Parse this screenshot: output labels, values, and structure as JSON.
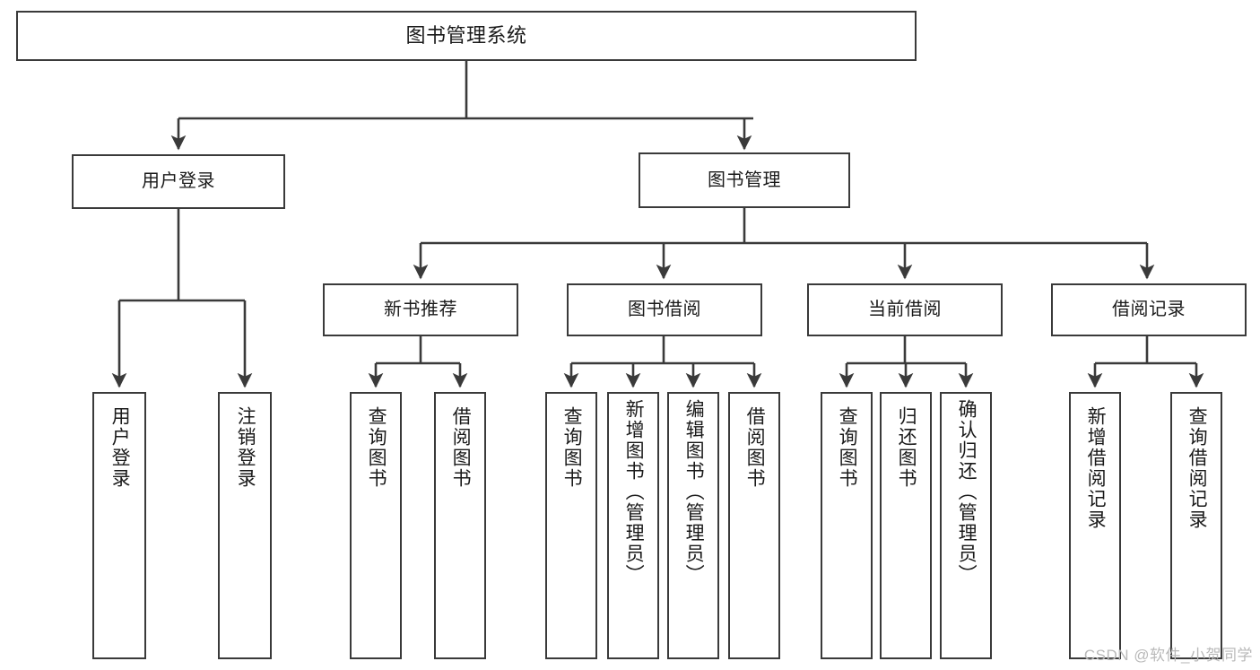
{
  "diagram": {
    "type": "tree-hierarchy",
    "title": "图书管理系统",
    "watermark": "CSDN @软件_小贺同学",
    "colors": {
      "box_border": "#3a3a3a",
      "box_fill": "#ffffff",
      "edge": "#3a3a3a",
      "text": "#1a1a1a",
      "watermark": "#b9b9b9",
      "background": "#ffffff"
    },
    "nodes": {
      "root": {
        "label": "图书管理系统",
        "level": 0
      },
      "level1": [
        {
          "id": "user-login",
          "label": "用户登录"
        },
        {
          "id": "book-manage",
          "label": "图书管理"
        }
      ],
      "level2": [
        {
          "id": "new-book-recommend",
          "label": "新书推荐",
          "parent": "book-manage"
        },
        {
          "id": "book-borrow",
          "label": "图书借阅",
          "parent": "book-manage"
        },
        {
          "id": "current-borrow",
          "label": "当前借阅",
          "parent": "book-manage"
        },
        {
          "id": "borrow-record",
          "label": "借阅记录",
          "parent": "book-manage"
        }
      ],
      "level3": [
        {
          "id": "leaf-user-login",
          "label": "用户登录",
          "parent": "user-login"
        },
        {
          "id": "leaf-user-logout",
          "label": "注销登录",
          "parent": "user-login"
        },
        {
          "id": "leaf-query-book-1",
          "label": "查询图书",
          "parent": "new-book-recommend"
        },
        {
          "id": "leaf-borrow-book-1",
          "label": "借阅图书",
          "parent": "new-book-recommend"
        },
        {
          "id": "leaf-query-book-2",
          "label": "查询图书",
          "parent": "book-borrow"
        },
        {
          "id": "leaf-add-book",
          "label": "新增图书（管理员）",
          "parent": "book-borrow"
        },
        {
          "id": "leaf-edit-book",
          "label": "编辑图书（管理员）",
          "parent": "book-borrow"
        },
        {
          "id": "leaf-borrow-book-2",
          "label": "借阅图书",
          "parent": "book-borrow"
        },
        {
          "id": "leaf-query-book-3",
          "label": "查询图书",
          "parent": "current-borrow"
        },
        {
          "id": "leaf-return-book",
          "label": "归还图书",
          "parent": "current-borrow"
        },
        {
          "id": "leaf-confirm-return",
          "label": "确认归还（管理员）",
          "parent": "current-borrow"
        },
        {
          "id": "leaf-add-record",
          "label": "新增借阅记录",
          "parent": "borrow-record"
        },
        {
          "id": "leaf-query-record",
          "label": "查询借阅记录",
          "parent": "borrow-record"
        }
      ]
    }
  }
}
